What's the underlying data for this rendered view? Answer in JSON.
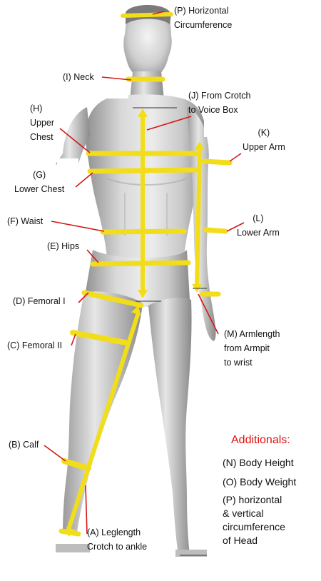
{
  "labels": {
    "P": "(P) Horizontal\nCircumference",
    "I": "(I) Neck",
    "J": "(J) From Crotch\nto Voice Box",
    "H": "(H)\nUpper\nChest",
    "K": "(K)\nUpper Arm",
    "G": "(G)\nLower Chest",
    "F": "(F) Waist",
    "L": "(L)\nLower Arm",
    "E": "(E) Hips",
    "D": "(D) Femoral  I",
    "C": "(C) Femoral  II",
    "M": "(M) Armlength\nfrom Armpit\nto wrist",
    "B": "(B) Calf",
    "A": "(A) Leglength\nCrotch to ankle"
  },
  "additionals": {
    "title": "Additionals:",
    "items": [
      "(N) Body Height",
      "(O) Body Weight",
      "(P) horizontal\n& vertical\ncircumference\nof Head"
    ]
  },
  "colors": {
    "tape": "#f2dd1a",
    "pointer": "#d41818",
    "title": "#e01010",
    "body_light": "#ededed",
    "body_dark": "#8c8c8c"
  }
}
